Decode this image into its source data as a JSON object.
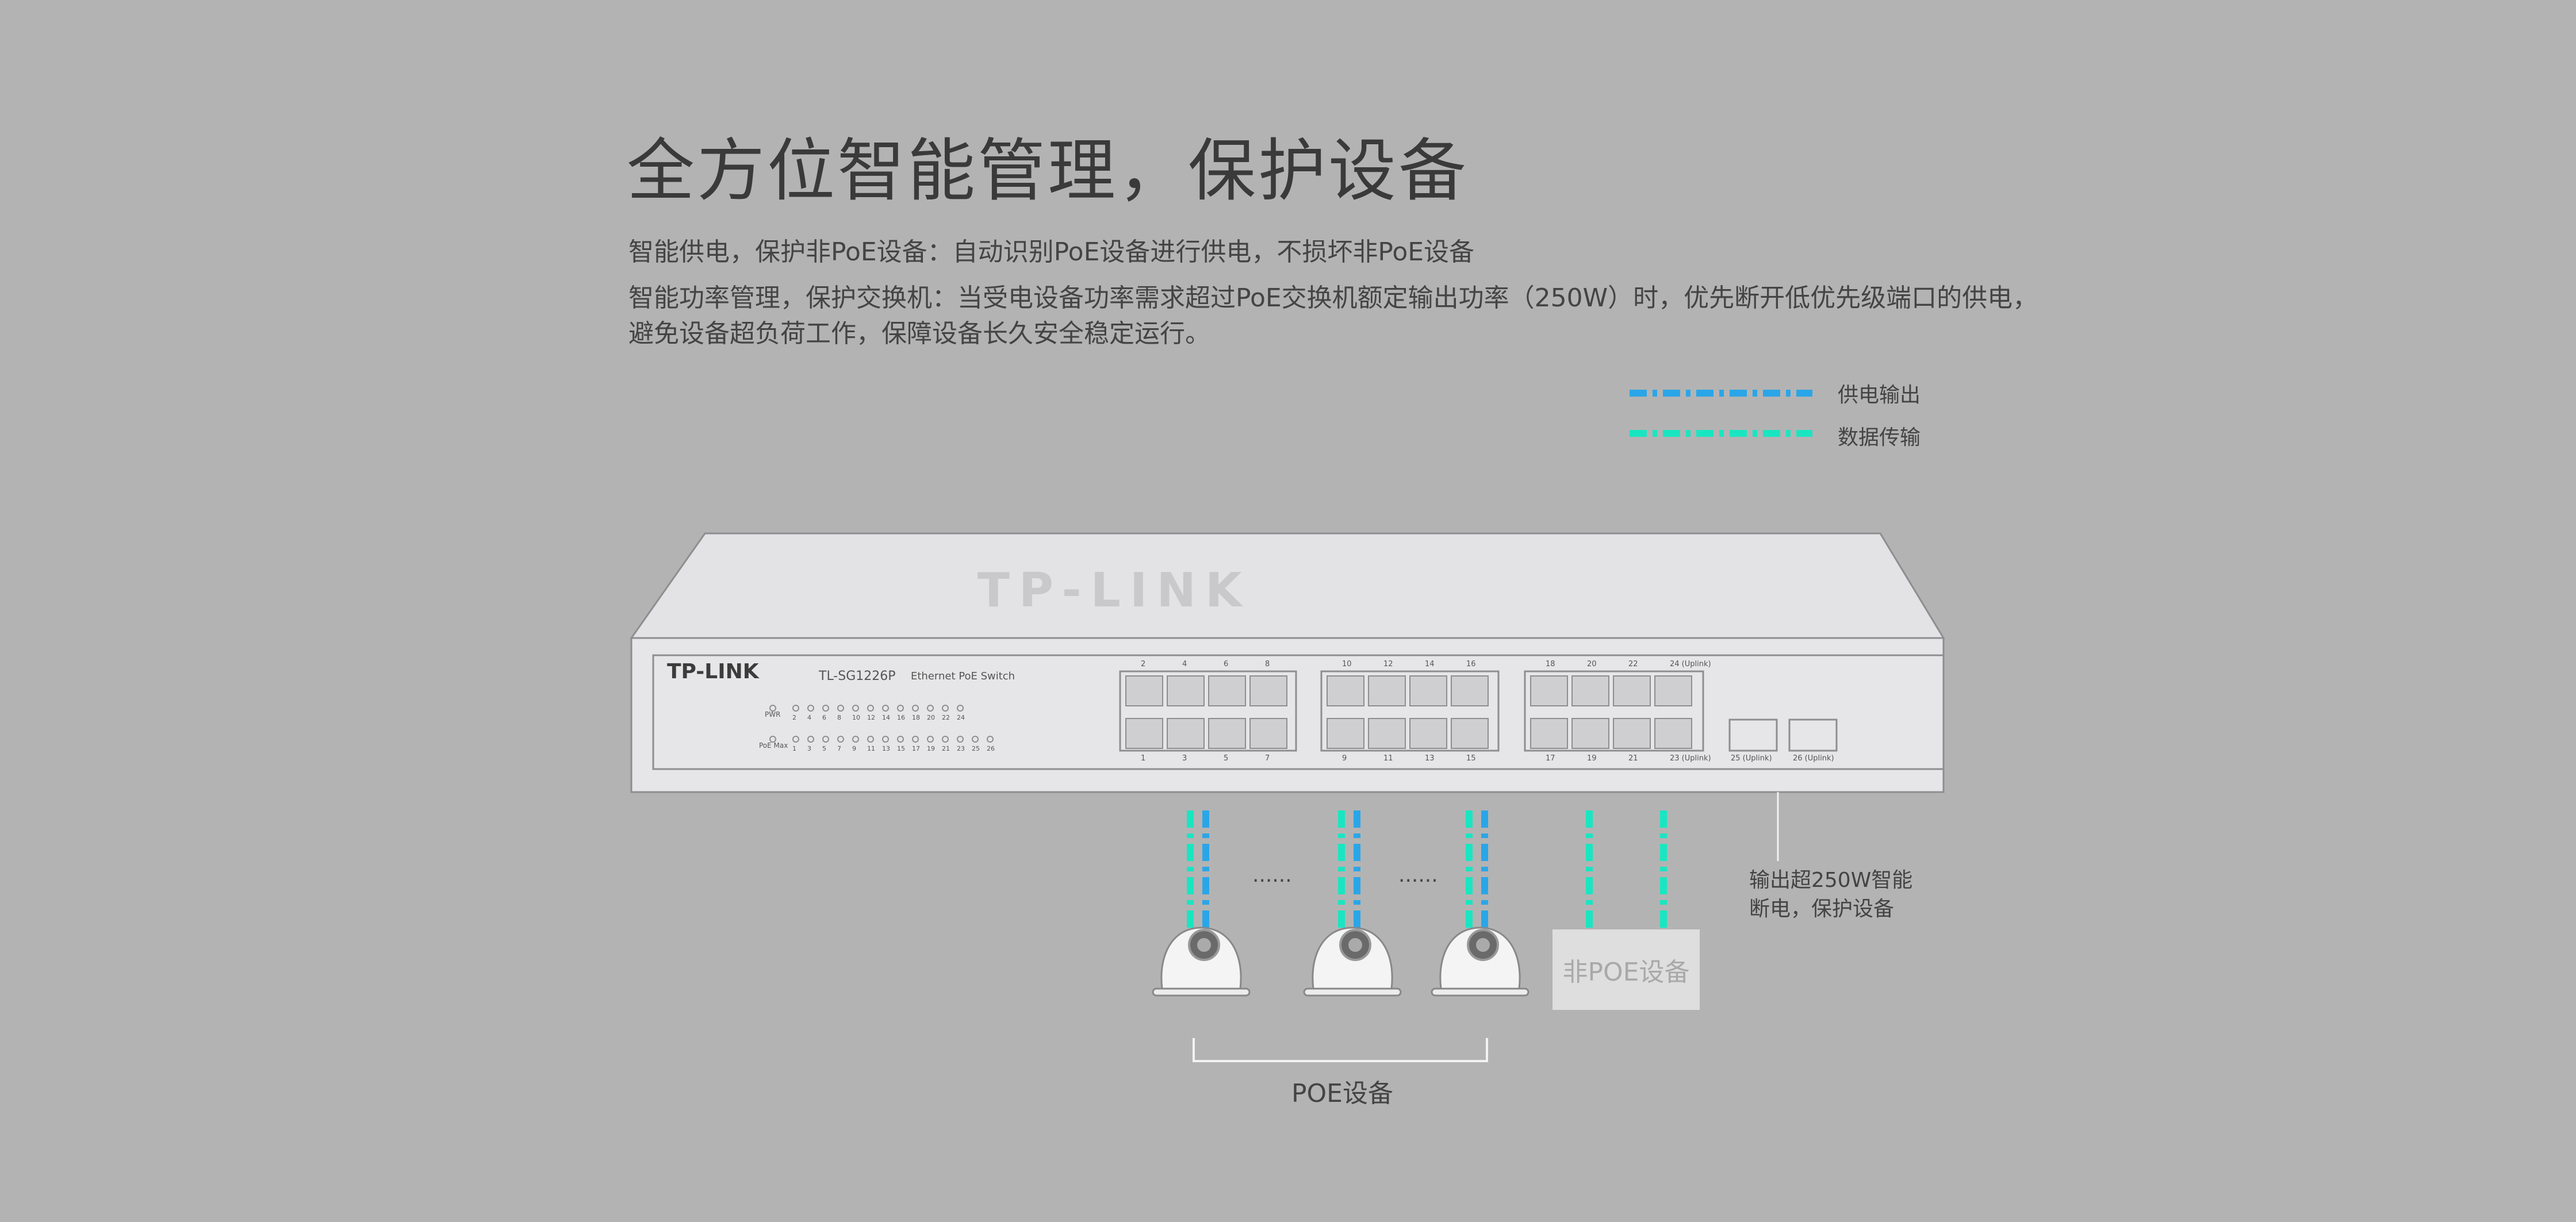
{
  "headline": "全方位智能管理，保护设备",
  "description": {
    "line1": "智能供电，保护非PoE设备：自动识别PoE设备进行供电，不损坏非PoE设备",
    "line2": "智能功率管理，保护交换机：当受电设备功率需求超过PoE交换机额定输出功率（250W）时，优先断开低优先级端口的供电，",
    "line3": "避免设备超负荷工作，保障设备长久安全稳定运行。"
  },
  "legend": {
    "power_label": "供电输出",
    "data_label": "数据传输"
  },
  "colors": {
    "power": "#2aa6e8",
    "data": "#19e6c1",
    "background": "#b3b3b3"
  },
  "switch": {
    "top_logo": "TP-LINK",
    "logo": "TP-LINK",
    "model": "TL-SG1226P",
    "type": "Ethernet PoE Switch",
    "led_row1_label": "PWR",
    "led_row2_label": "PoE Max",
    "led_row1_numbers": [
      "2",
      "4",
      "6",
      "8",
      "10",
      "12",
      "14",
      "16",
      "18",
      "20",
      "22",
      "24"
    ],
    "led_row2_numbers": [
      "1",
      "3",
      "5",
      "7",
      "9",
      "11",
      "13",
      "15",
      "17",
      "19",
      "21",
      "23",
      "25",
      "26"
    ],
    "port_groups": [
      {
        "top": [
          "2",
          "4",
          "6",
          "8"
        ],
        "bottom": [
          "1",
          "3",
          "5",
          "7"
        ]
      },
      {
        "top": [
          "10",
          "12",
          "14",
          "16"
        ],
        "bottom": [
          "9",
          "11",
          "13",
          "15"
        ]
      },
      {
        "top": [
          "18",
          "20",
          "22",
          "24 (Uplink)"
        ],
        "bottom": [
          "17",
          "19",
          "21",
          "23 (Uplink)"
        ]
      }
    ],
    "sfp_labels": [
      "25 (Uplink)",
      "26 (Uplink)"
    ]
  },
  "devices": {
    "ellipsis": "......",
    "non_poe_label": "非POE设备",
    "poe_group_label": "POE设备",
    "overload_note": [
      "输出超250W智能",
      "断电，保护设备"
    ]
  }
}
